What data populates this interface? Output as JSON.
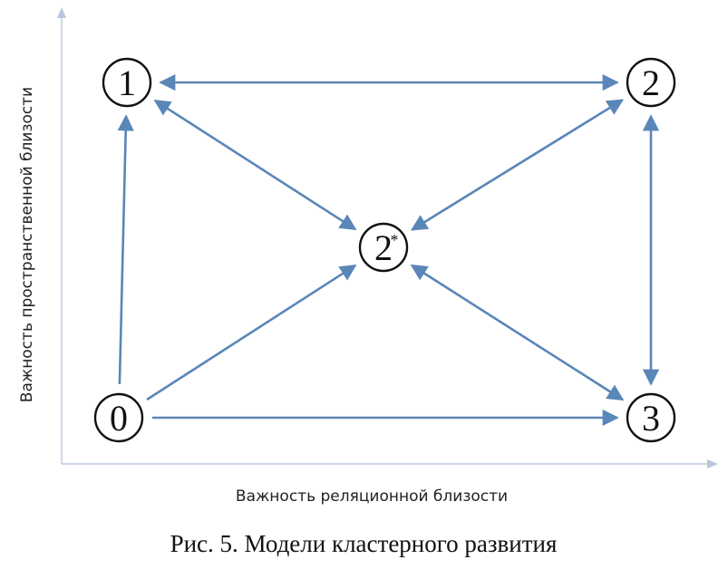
{
  "diagram": {
    "caption": "Рис. 5. Модели кластерного развития",
    "x_axis_label": "Важность реляционной близости",
    "y_axis_label": "Важность пространственной близости",
    "nodes": [
      {
        "id": "n1",
        "label": "1"
      },
      {
        "id": "n2",
        "label": "2"
      },
      {
        "id": "n2s",
        "label": "2",
        "superscript": "*"
      },
      {
        "id": "n0",
        "label": "0"
      },
      {
        "id": "n3",
        "label": "3"
      }
    ],
    "edges": [
      {
        "from": "n1",
        "to": "n2",
        "direction": "both"
      },
      {
        "from": "n0",
        "to": "n1",
        "direction": "forward"
      },
      {
        "from": "n2",
        "to": "n3",
        "direction": "both"
      },
      {
        "from": "n0",
        "to": "n3",
        "direction": "forward"
      },
      {
        "from": "n1",
        "to": "n2s",
        "direction": "both"
      },
      {
        "from": "n2",
        "to": "n2s",
        "direction": "both"
      },
      {
        "from": "n0",
        "to": "n2s",
        "direction": "forward"
      },
      {
        "from": "n3",
        "to": "n2s",
        "direction": "both"
      }
    ],
    "colors": {
      "edge": "#5a86b8",
      "axis": "#b7c7dd",
      "node_stroke": "#111111"
    }
  }
}
